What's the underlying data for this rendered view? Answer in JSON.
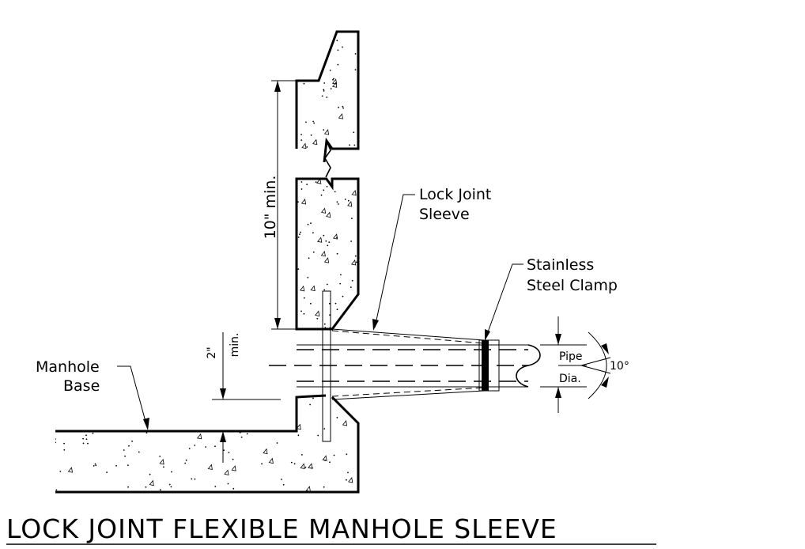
{
  "title": "LOCK JOINT FLEXIBLE MANHOLE SLEEVE",
  "labels": {
    "lock_joint_sleeve": [
      "Lock Joint",
      "Sleeve"
    ],
    "stainless_steel_clamp": [
      "Stainless",
      "Steel Clamp"
    ],
    "manhole_base": [
      "Manhole",
      "Base"
    ],
    "pipe_dia": [
      "Pipe",
      "Dia."
    ],
    "wall_dim": "10\" min.",
    "base_dim": [
      "2\"",
      "min."
    ],
    "angle": "10°"
  }
}
